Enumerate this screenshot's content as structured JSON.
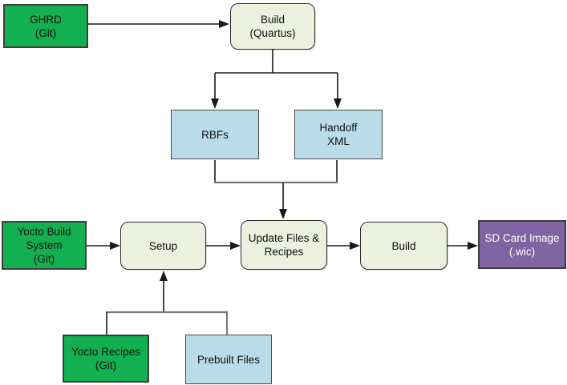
{
  "colors": {
    "green": "#12b050",
    "cream": "#ebf1de",
    "blue": "#b9dce8",
    "purple": "#8064a2",
    "line": "#1a1a1a",
    "elbow": "#7a7a7a",
    "text": "#111111",
    "text_on_purple": "#ffffff"
  },
  "nodes": {
    "ghrd": {
      "label": "GHRD\n(Git)"
    },
    "build_quartus": {
      "label": "Build\n(Quartus)"
    },
    "rbfs": {
      "label": "RBFs"
    },
    "handoff_xml": {
      "label": "Handoff\nXML"
    },
    "yocto_build_system": {
      "label": "Yocto Build\nSystem\n(Git)"
    },
    "setup": {
      "label": "Setup"
    },
    "update_files_recipes": {
      "label": "Update Files &\nRecipes"
    },
    "build_yocto": {
      "label": "Build"
    },
    "sd_card_image": {
      "label": "SD Card Image\n(.wic)"
    },
    "yocto_recipes": {
      "label": "Yocto Recipes\n(Git)"
    },
    "prebuilt_files": {
      "label": "Prebuilt Files"
    }
  }
}
